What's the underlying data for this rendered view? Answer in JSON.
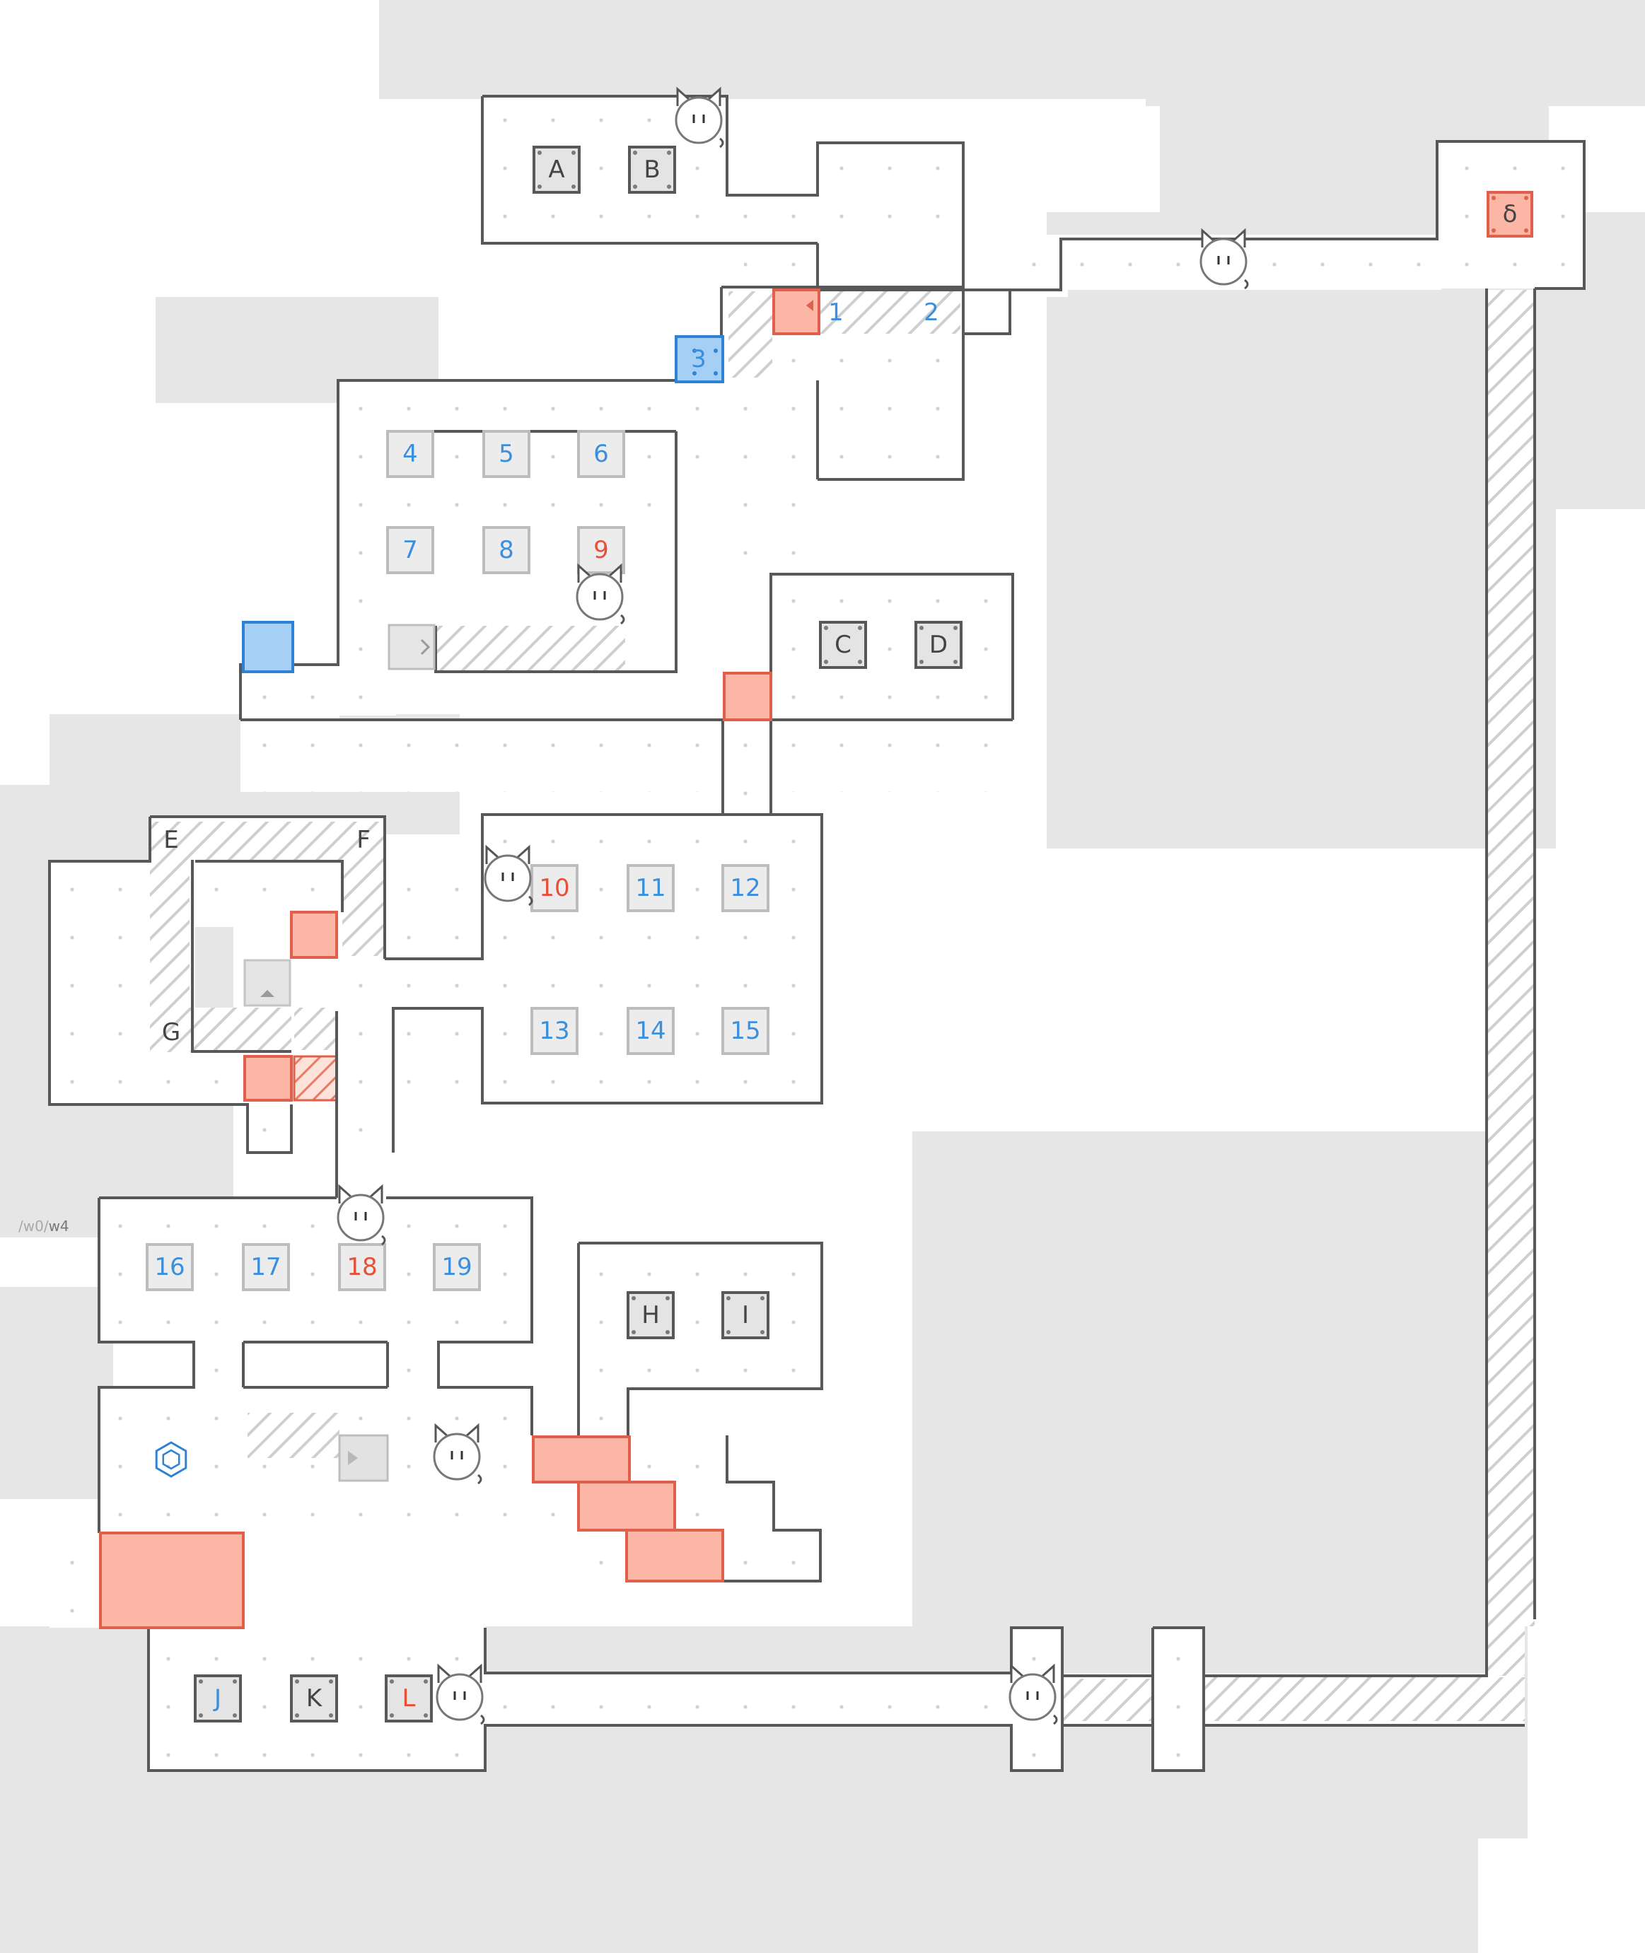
{
  "breadcrumb": {
    "prefix": "/w0/",
    "current": "w4"
  },
  "colors": {
    "wall": "#585858",
    "floor": "#ffffff",
    "backdrop": "#e6e6e6",
    "dot": "#c6c6c6",
    "red_fill": "#fcb6a6",
    "red_stroke": "#e0604c",
    "blue_fill": "#a6cff6",
    "blue_stroke": "#2e82d6",
    "blue_text": "#3b8fdc",
    "red_text": "#e6503a",
    "dark_text": "#444444"
  },
  "letter_tiles": [
    "A",
    "B",
    "C",
    "D",
    "H",
    "I",
    "J",
    "K",
    "L"
  ],
  "number_tiles": [
    "1",
    "2",
    "3",
    "4",
    "5",
    "6",
    "7",
    "8",
    "9",
    "10",
    "11",
    "12",
    "13",
    "14",
    "15",
    "16",
    "17",
    "18",
    "19"
  ],
  "zone_labels": [
    "E",
    "F",
    "G"
  ],
  "goal_tile": "δ",
  "icons": [
    "cat-icon",
    "hexagon-icon",
    "arrow-right-icon",
    "arrow-left-icon",
    "arrow-up-icon"
  ]
}
